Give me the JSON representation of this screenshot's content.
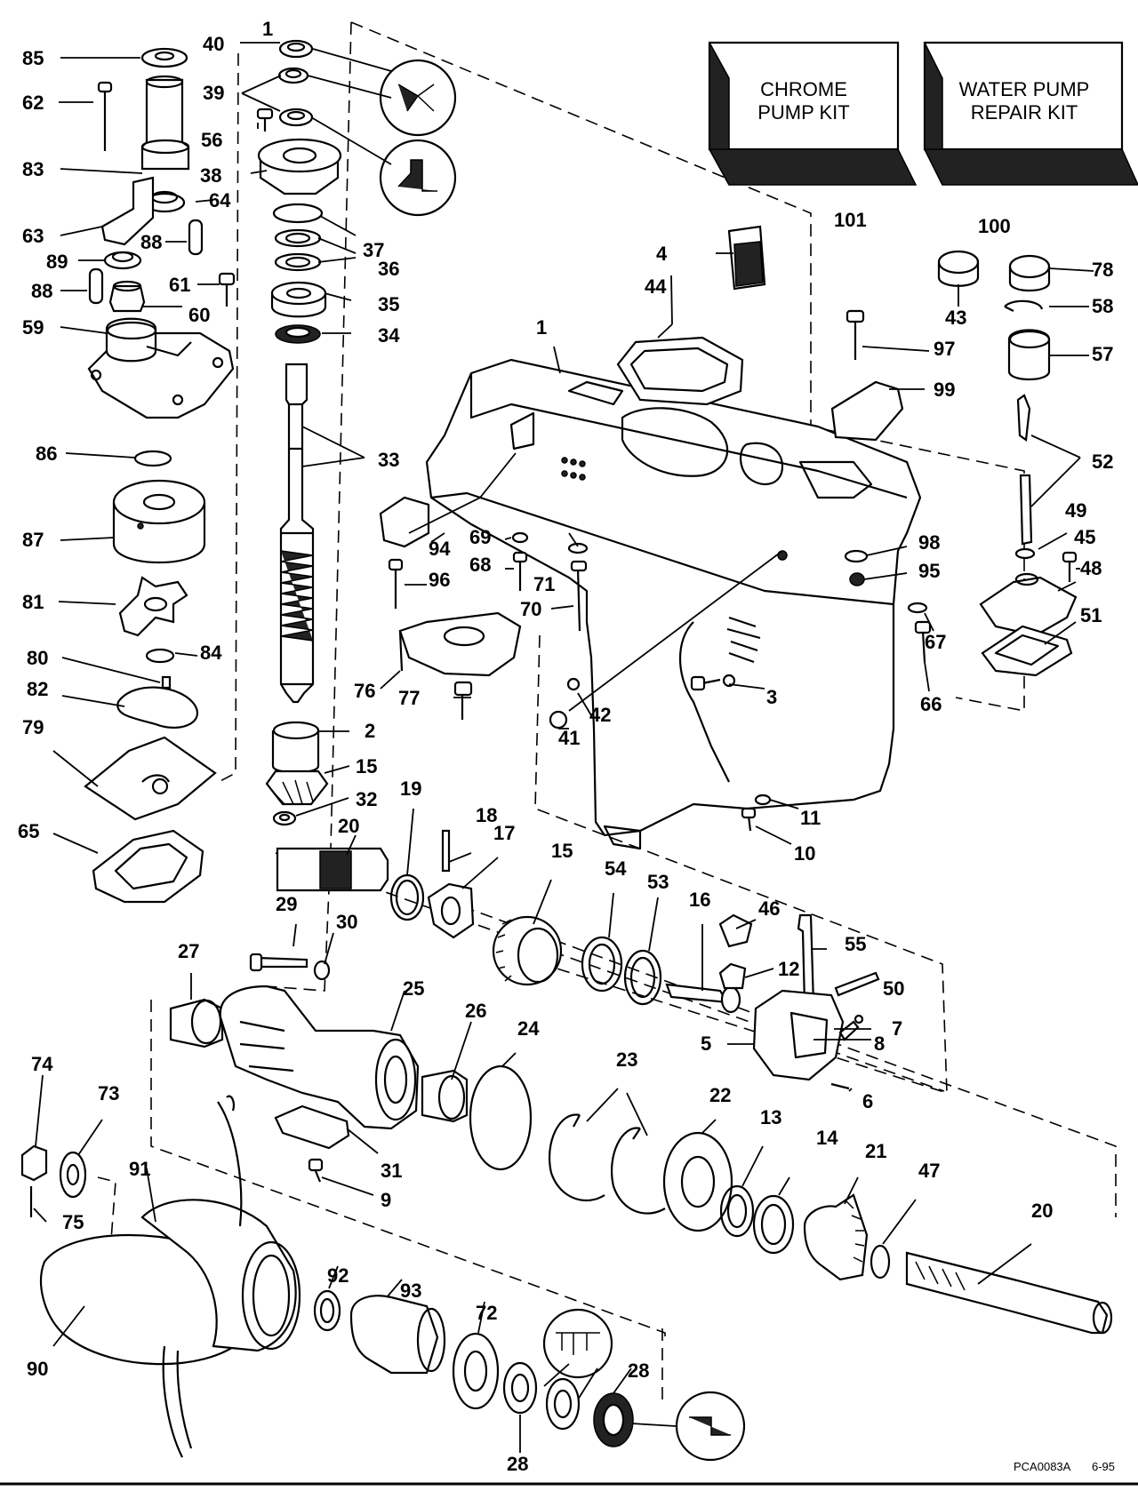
{
  "kits": {
    "chrome_line1": "CHROME",
    "chrome_line2": "PUMP KIT",
    "water_line1": "WATER PUMP",
    "water_line2": "REPAIR KIT"
  },
  "footer": {
    "code": "PCA0083A",
    "date": "6-95"
  },
  "callouts": {
    "n1a": "1",
    "n1b": "1",
    "n2": "2",
    "n3": "3",
    "n4": "4",
    "n5": "5",
    "n6": "6",
    "n7": "7",
    "n8": "8",
    "n9": "9",
    "n10": "10",
    "n11": "11",
    "n12": "12",
    "n13": "13",
    "n14": "14",
    "n15a": "15",
    "n15b": "15",
    "n16": "16",
    "n17": "17",
    "n18": "18",
    "n19": "19",
    "n20a": "20",
    "n20b": "20",
    "n21": "21",
    "n22": "22",
    "n23": "23",
    "n24": "24",
    "n25": "25",
    "n26": "26",
    "n27": "27",
    "n28a": "28",
    "n28b": "28",
    "n29": "29",
    "n30": "30",
    "n31": "31",
    "n32": "32",
    "n33": "33",
    "n34": "34",
    "n35": "35",
    "n36": "36",
    "n37": "37",
    "n38": "38",
    "n39": "39",
    "n40": "40",
    "n41": "41",
    "n42": "42",
    "n43": "43",
    "n44": "44",
    "n45": "45",
    "n46": "46",
    "n47": "47",
    "n48": "48",
    "n49": "49",
    "n50": "50",
    "n51": "51",
    "n52": "52",
    "n53": "53",
    "n54": "54",
    "n55": "55",
    "n56": "56",
    "n57": "57",
    "n58": "58",
    "n59": "59",
    "n60": "60",
    "n61": "61",
    "n62": "62",
    "n63": "63",
    "n64": "64",
    "n65": "65",
    "n66": "66",
    "n67": "67",
    "n68": "68",
    "n69": "69",
    "n70": "70",
    "n71": "71",
    "n72": "72",
    "n73": "73",
    "n74": "74",
    "n75": "75",
    "n76": "76",
    "n77": "77",
    "n78": "78",
    "n79": "79",
    "n80": "80",
    "n81": "81",
    "n82": "82",
    "n83": "83",
    "n84": "84",
    "n85": "85",
    "n86": "86",
    "n87": "87",
    "n88a": "88",
    "n88b": "88",
    "n89": "89",
    "n90": "90",
    "n91": "91",
    "n92": "92",
    "n93": "93",
    "n94": "94",
    "n95": "95",
    "n96": "96",
    "n97": "97",
    "n98": "98",
    "n99": "99",
    "n100": "100",
    "n101": "101"
  }
}
